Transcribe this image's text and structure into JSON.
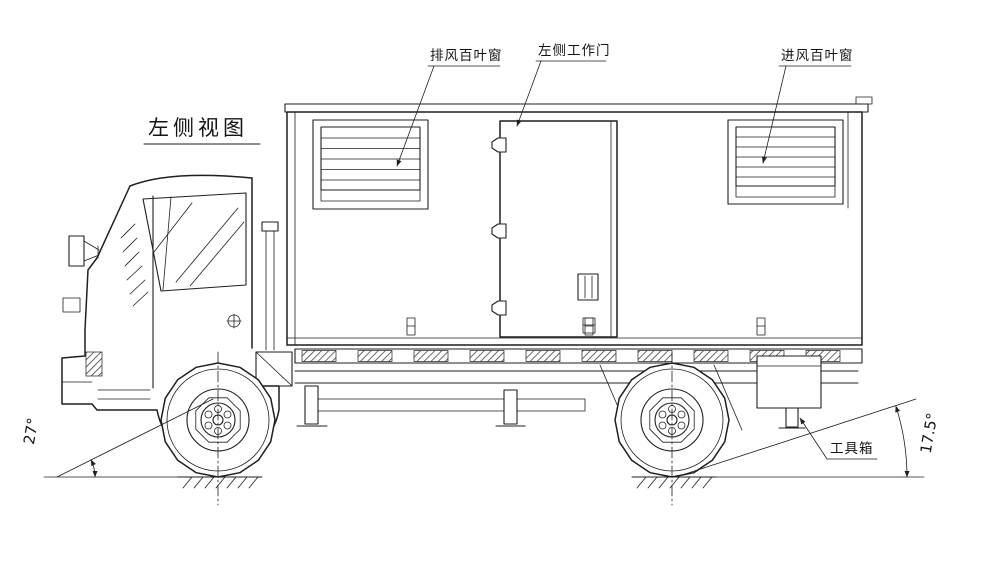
{
  "title": "左侧视图",
  "callouts": {
    "exhaust_louver": "排风百叶窗",
    "left_work_door": "左侧工作门",
    "intake_louver": "进风百叶窗",
    "toolbox": "工具箱"
  },
  "dimensions": {
    "front_approach_angle": "27°",
    "rear_departure_angle": "17.5°"
  },
  "colors": {
    "line": "#1f1f1f",
    "background": "#ffffff"
  }
}
